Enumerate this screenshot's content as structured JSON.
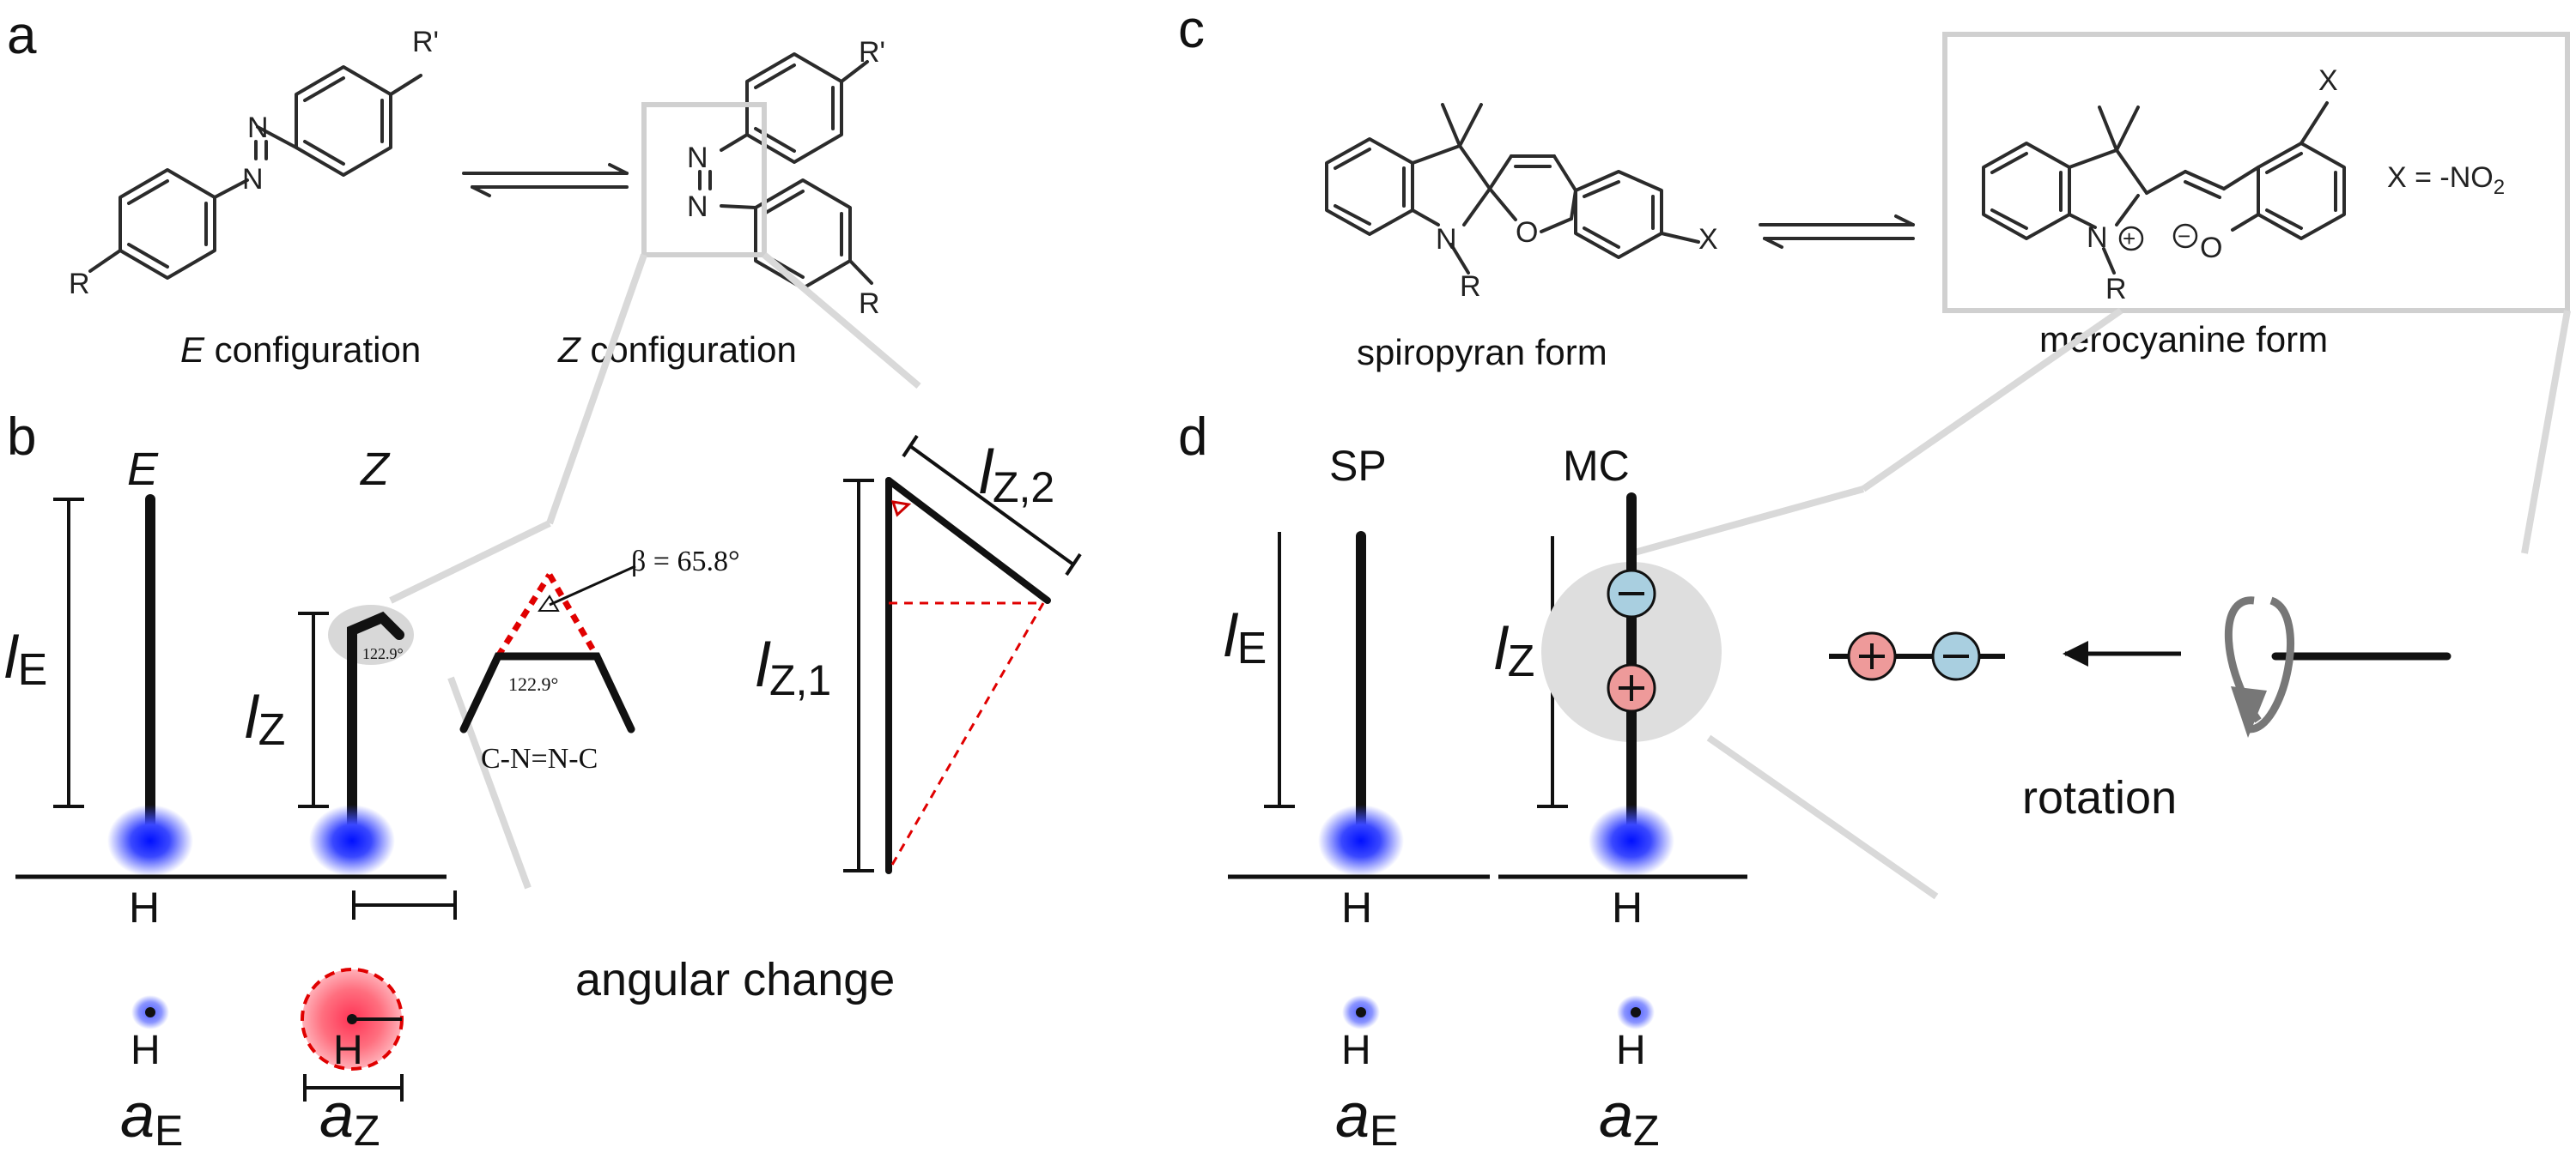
{
  "panels": {
    "a": "a",
    "b": "b",
    "c": "c",
    "d": "d"
  },
  "panel_a": {
    "e_r_top": "R'",
    "e_r_bottom": "R",
    "e_n1": "N",
    "e_n2": "N",
    "z_r_top": "R'",
    "z_r_bottom": "R",
    "z_n1": "N",
    "z_n2": "N",
    "e_caption_italic": "E",
    "e_caption_rest": " configuration",
    "z_caption_italic": "Z",
    "z_caption_rest": " configuration"
  },
  "panel_b": {
    "label_E": "E",
    "label_Z": "Z",
    "l_E_main": "l",
    "l_E_sub": "E",
    "l_Z_main": "l",
    "l_Z_sub": "Z",
    "angle_small": "122.9°",
    "angle_zoom": "122.9°",
    "beta": "β = 65.8°",
    "cnnc": "C-N=N-C",
    "lz1_main": "l",
    "lz1_sub": "Z,1",
    "lz2_main": "l",
    "lz2_sub": "Z,2",
    "H1": "H",
    "H2": "H",
    "H3": "H",
    "angular_change": "angular change",
    "aE_main": "a",
    "aE_sub": "E",
    "aZ_main": "a",
    "aZ_sub": "Z"
  },
  "panel_c": {
    "sp_n": "N",
    "sp_r": "R",
    "sp_o": "O",
    "sp_x": "X",
    "sp_caption": "spiropyran form",
    "mc_n": "N",
    "mc_plus": "+",
    "mc_r": "R",
    "mc_minus": "−",
    "mc_o": "O",
    "mc_x": "X",
    "x_def_prefix": "X = -NO",
    "x_def_sub": "2",
    "mc_caption": "merocyanine form"
  },
  "panel_d": {
    "label_SP": "SP",
    "label_MC": "MC",
    "l_E_main": "l",
    "l_E_sub": "E",
    "l_Z_main": "l",
    "l_Z_sub": "Z",
    "H1": "H",
    "H2": "H",
    "H3": "H",
    "H4": "H",
    "aE_main": "a",
    "aE_sub": "E",
    "aZ_main": "a",
    "aZ_sub": "Z",
    "rotation": "rotation"
  },
  "colors": {
    "dot_blue": "#1f2dff",
    "plus_pink": "#ee9a9a",
    "minus_blue": "#a9cfe0",
    "dashed_red": "#e00000",
    "guide_gray": "#d9d9d9"
  }
}
